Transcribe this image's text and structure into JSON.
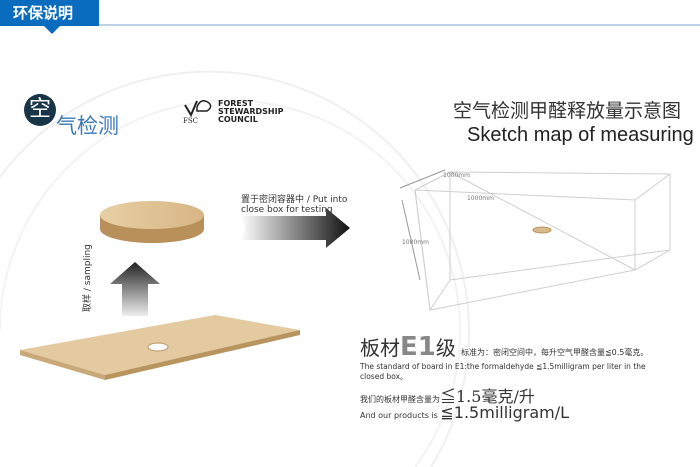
{
  "header": {
    "title": "环保说明"
  },
  "logos": {
    "air_char": "空",
    "air_text": "气检测",
    "fsc_lines": [
      "FOREST",
      "STEWARDSHIP",
      "COUNCIL"
    ],
    "fsc_abbr": "FSC"
  },
  "diagram": {
    "title_cn": "空气检测甲醛释放量示意图",
    "title_en": "Sketch map of measuring",
    "sampling": "取样 / sampling",
    "put_cn": "置于密闭容器中",
    "put_en1": "/ Put into",
    "put_en2": "close box for testing",
    "dim1": "1000mm",
    "dim2": "1000mm",
    "dim3": "1000mm"
  },
  "standard": {
    "e1_prefix": "板材",
    "e1": "E1",
    "e1_suffix": "级",
    "e1_desc": "标准为：密闭空间中，每升空气甲醛含量≦0.5毫克。",
    "en_line": "The standard of board in E1:the formaldehyde ≦1.5milligram per liter in the closed box。",
    "ours_cn_prefix": "我们的板材甲醛含量为",
    "ours_cn_value": "≦1.5毫克/升",
    "ours_en_prefix": "And our products is ",
    "ours_en_value": "≦1.5milligram/L"
  }
}
